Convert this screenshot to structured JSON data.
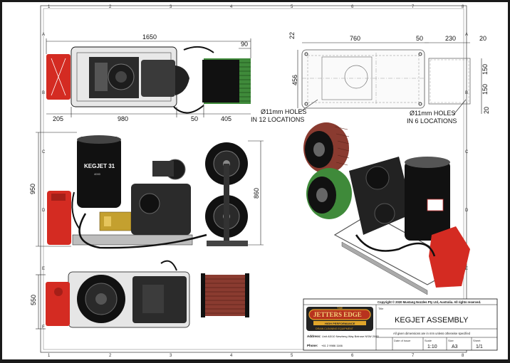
{
  "grid": {
    "columns": [
      "1",
      "2",
      "3",
      "4",
      "5",
      "6",
      "7",
      "8"
    ],
    "rows": [
      "A",
      "B",
      "C",
      "D",
      "E",
      "F"
    ]
  },
  "top_view": {
    "dims": {
      "overall": "1650",
      "reel_offset": "90",
      "left": "205",
      "middle": "980",
      "gap": "50",
      "reel": "405"
    }
  },
  "frame_plan": {
    "dims": {
      "top": "22",
      "width": "760",
      "gap": "50",
      "reel_w": "230",
      "end": "20",
      "height": "456",
      "right_a": "150",
      "right_b": "150",
      "right_end": "20"
    },
    "holes_left": [
      "Ø11mm HOLES",
      "IN 12 LOCATIONS"
    ],
    "holes_right": [
      "Ø11mm HOLES",
      "IN 6 LOCATIONS"
    ]
  },
  "side_view": {
    "tank_label": "KEGJET 31",
    "tank_sub": "4000",
    "dims": {
      "height": "950",
      "reel_height": "860"
    }
  },
  "front_view": {
    "dims": {
      "depth": "550"
    }
  },
  "title_block": {
    "copyright": "Copyright © 2020 Mustang Nozzles Pty Ltd, Australia. All rights reserved.",
    "title_caption": "Title",
    "title": "KEGJET ASSEMBLY",
    "note": "All given dimensions are in mm unless otherwise specified",
    "date_label": "Date of issue",
    "scale_label": "Scale",
    "scale": "1:10",
    "size_label": "Size",
    "size": "A3",
    "sheet_label": "Sheet",
    "sheet": "1/1",
    "logo_the": "THE",
    "logo_main": "JETTERS EDGE",
    "logo_sub": "HIGH PERFORMANCE",
    "logo_sub2": "DRAIN CLEANING EQUIPMENT",
    "address_label": "Address:",
    "address": "Unit A5/10 Newberg Way Belrose NSW 2085",
    "phone_label": "Phone:",
    "phone": "+61 2 9986 1166"
  },
  "colors": {
    "green_hose": "#3f8a3a",
    "red_hose": "#8a3b30",
    "fuel_can": "#d42b22",
    "brass": "#c4a02f",
    "logo_red": "#b8321e",
    "logo_gold": "#e0a52b"
  }
}
